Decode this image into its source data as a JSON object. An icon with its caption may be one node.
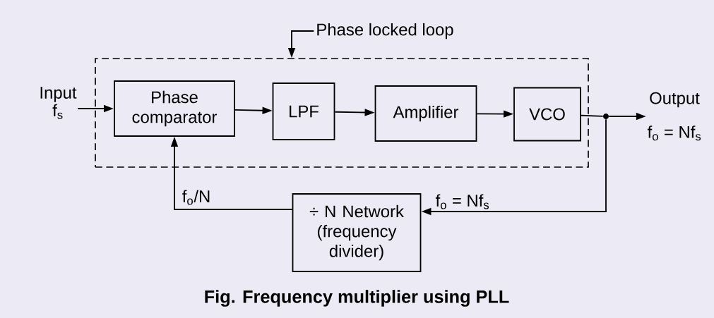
{
  "diagram": {
    "caption": "Fig. Frequency multiplier using PLL",
    "nodes": [
      {
        "text": [
          "Phase locked loop"
        ]
      },
      {
        "text": [
          "Input",
          "f$_{s}$"
        ]
      },
      {
        "text": [],
        "shape": "box"
      },
      {
        "text": [
          "Phase comparator"
        ],
        "in": 2
      },
      {
        "text": [
          "LPF"
        ],
        "in": 2
      },
      {
        "text": [
          "Amplifier"
        ],
        "in": 2
      },
      {
        "text": [
          "VCO"
        ],
        "in": 2
      },
      {
        "text": [],
        "shape": "circle"
      },
      {
        "text": [
          "Output",
          "f$_{o}$ = Nf$_{s}$"
        ]
      },
      {
        "text": [
          "÷ N Network (frequency divider)"
        ]
      }
    ],
    "edges": [
      {
        "from": 0,
        "to": 2,
        "arrow": "to"
      },
      {
        "from": 1,
        "to": 3,
        "arrow": "to"
      },
      {
        "from": 3,
        "to": 4,
        "arrow": "to"
      },
      {
        "from": 4,
        "to": 5,
        "arrow": "to"
      },
      {
        "from": 5,
        "to": 6,
        "arrow": "to"
      },
      {
        "from": 6,
        "to": 7,
        "arrow": "none"
      },
      {
        "from": 7,
        "to": 8,
        "arrow": "to"
      },
      {
        "from": 7,
        "to": 9,
        "arrow": "to",
        "label": "f$_{o}$ = Nf$_{s}$"
      },
      {
        "from": 9,
        "to": 3,
        "arrow": "to",
        "label": "f$_{o}$/N"
      }
    ]
  }
}
